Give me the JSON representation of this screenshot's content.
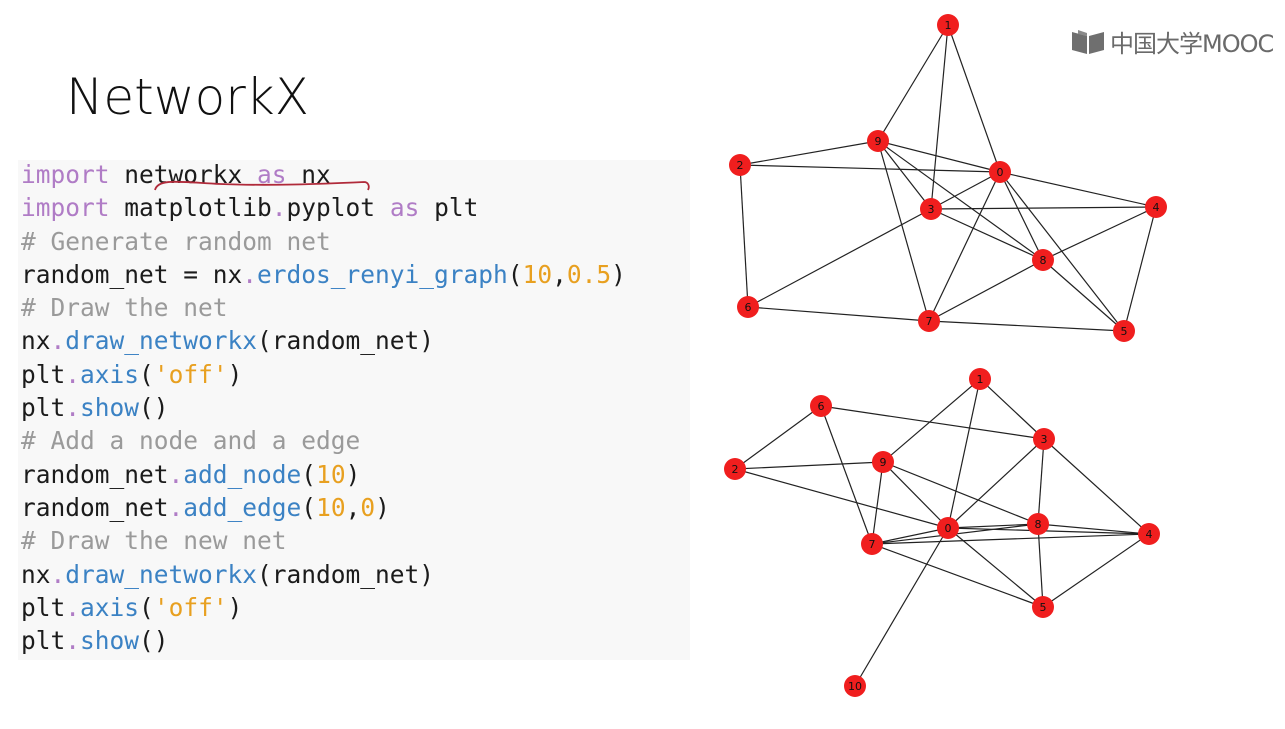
{
  "slide": {
    "title": "NetworkX"
  },
  "logo": {
    "text": "中国大学MOOC",
    "icon": "mooc-book-icon"
  },
  "code": {
    "lines": [
      [
        {
          "t": "import",
          "c": "kw"
        },
        {
          "t": " networkx ",
          "c": "tx"
        },
        {
          "t": "as",
          "c": "kw"
        },
        {
          "t": " nx",
          "c": "tx"
        }
      ],
      [
        {
          "t": "import",
          "c": "kw"
        },
        {
          "t": " matplotlib",
          "c": "tx"
        },
        {
          "t": ".",
          "c": "kw"
        },
        {
          "t": "pyplot ",
          "c": "tx"
        },
        {
          "t": "as",
          "c": "kw"
        },
        {
          "t": " plt",
          "c": "tx"
        }
      ],
      [
        {
          "t": "# Generate random net",
          "c": "cm"
        }
      ],
      [
        {
          "t": "random_net = nx",
          "c": "tx"
        },
        {
          "t": ".",
          "c": "kw"
        },
        {
          "t": "erdos_renyi_graph",
          "c": "fn"
        },
        {
          "t": "(",
          "c": "tx"
        },
        {
          "t": "10",
          "c": "num"
        },
        {
          "t": ",",
          "c": "tx"
        },
        {
          "t": "0.5",
          "c": "num"
        },
        {
          "t": ")",
          "c": "tx"
        }
      ],
      [
        {
          "t": "# Draw the net",
          "c": "cm"
        }
      ],
      [
        {
          "t": "nx",
          "c": "tx"
        },
        {
          "t": ".",
          "c": "kw"
        },
        {
          "t": "draw_networkx",
          "c": "fn"
        },
        {
          "t": "(random_net)",
          "c": "tx"
        }
      ],
      [
        {
          "t": "plt",
          "c": "tx"
        },
        {
          "t": ".",
          "c": "kw"
        },
        {
          "t": "axis",
          "c": "fn"
        },
        {
          "t": "(",
          "c": "tx"
        },
        {
          "t": "'off'",
          "c": "str"
        },
        {
          "t": ")",
          "c": "tx"
        }
      ],
      [
        {
          "t": "plt",
          "c": "tx"
        },
        {
          "t": ".",
          "c": "kw"
        },
        {
          "t": "show",
          "c": "fn"
        },
        {
          "t": "()",
          "c": "tx"
        }
      ],
      [
        {
          "t": "# Add a node and a edge",
          "c": "cm"
        }
      ],
      [
        {
          "t": "random_net",
          "c": "tx"
        },
        {
          "t": ".",
          "c": "kw"
        },
        {
          "t": "add_node",
          "c": "fn"
        },
        {
          "t": "(",
          "c": "tx"
        },
        {
          "t": "10",
          "c": "num"
        },
        {
          "t": ")",
          "c": "tx"
        }
      ],
      [
        {
          "t": "random_net",
          "c": "tx"
        },
        {
          "t": ".",
          "c": "kw"
        },
        {
          "t": "add_edge",
          "c": "fn"
        },
        {
          "t": "(",
          "c": "tx"
        },
        {
          "t": "10",
          "c": "num"
        },
        {
          "t": ",",
          "c": "tx"
        },
        {
          "t": "0",
          "c": "num"
        },
        {
          "t": ")",
          "c": "tx"
        }
      ],
      [
        {
          "t": "# Draw the new net",
          "c": "cm"
        }
      ],
      [
        {
          "t": "nx",
          "c": "tx"
        },
        {
          "t": ".",
          "c": "kw"
        },
        {
          "t": "draw_networkx",
          "c": "fn"
        },
        {
          "t": "(random_net)",
          "c": "tx"
        }
      ],
      [
        {
          "t": "plt",
          "c": "tx"
        },
        {
          "t": ".",
          "c": "kw"
        },
        {
          "t": "axis",
          "c": "fn"
        },
        {
          "t": "(",
          "c": "tx"
        },
        {
          "t": "'off'",
          "c": "str"
        },
        {
          "t": ")",
          "c": "tx"
        }
      ],
      [
        {
          "t": "plt",
          "c": "tx"
        },
        {
          "t": ".",
          "c": "kw"
        },
        {
          "t": "show",
          "c": "fn"
        },
        {
          "t": "()",
          "c": "tx"
        }
      ]
    ]
  },
  "graphs": {
    "node_color": "#f01e1e",
    "edge_color": "#222222",
    "top": {
      "nodes": [
        "0",
        "1",
        "2",
        "3",
        "4",
        "5",
        "6",
        "7",
        "8",
        "9"
      ],
      "edges": [
        [
          "1",
          "9"
        ],
        [
          "1",
          "3"
        ],
        [
          "1",
          "0"
        ],
        [
          "9",
          "2"
        ],
        [
          "9",
          "0"
        ],
        [
          "9",
          "3"
        ],
        [
          "9",
          "7"
        ],
        [
          "9",
          "8"
        ],
        [
          "2",
          "0"
        ],
        [
          "2",
          "6"
        ],
        [
          "0",
          "3"
        ],
        [
          "0",
          "4"
        ],
        [
          "0",
          "7"
        ],
        [
          "0",
          "8"
        ],
        [
          "0",
          "5"
        ],
        [
          "3",
          "4"
        ],
        [
          "3",
          "8"
        ],
        [
          "3",
          "6"
        ],
        [
          "8",
          "4"
        ],
        [
          "8",
          "7"
        ],
        [
          "8",
          "5"
        ],
        [
          "4",
          "5"
        ],
        [
          "6",
          "7"
        ],
        [
          "7",
          "5"
        ]
      ]
    },
    "bottom": {
      "nodes": [
        "0",
        "1",
        "2",
        "3",
        "4",
        "5",
        "6",
        "7",
        "8",
        "9",
        "10"
      ],
      "edges": [
        [
          "1",
          "9"
        ],
        [
          "1",
          "0"
        ],
        [
          "1",
          "3"
        ],
        [
          "6",
          "2"
        ],
        [
          "6",
          "3"
        ],
        [
          "6",
          "7"
        ],
        [
          "2",
          "9"
        ],
        [
          "2",
          "0"
        ],
        [
          "9",
          "7"
        ],
        [
          "9",
          "0"
        ],
        [
          "9",
          "8"
        ],
        [
          "3",
          "0"
        ],
        [
          "3",
          "8"
        ],
        [
          "3",
          "4"
        ],
        [
          "0",
          "7"
        ],
        [
          "0",
          "8"
        ],
        [
          "0",
          "4"
        ],
        [
          "0",
          "5"
        ],
        [
          "0",
          "10"
        ],
        [
          "7",
          "8"
        ],
        [
          "7",
          "4"
        ],
        [
          "7",
          "5"
        ],
        [
          "8",
          "4"
        ],
        [
          "8",
          "5"
        ],
        [
          "4",
          "5"
        ]
      ]
    }
  }
}
